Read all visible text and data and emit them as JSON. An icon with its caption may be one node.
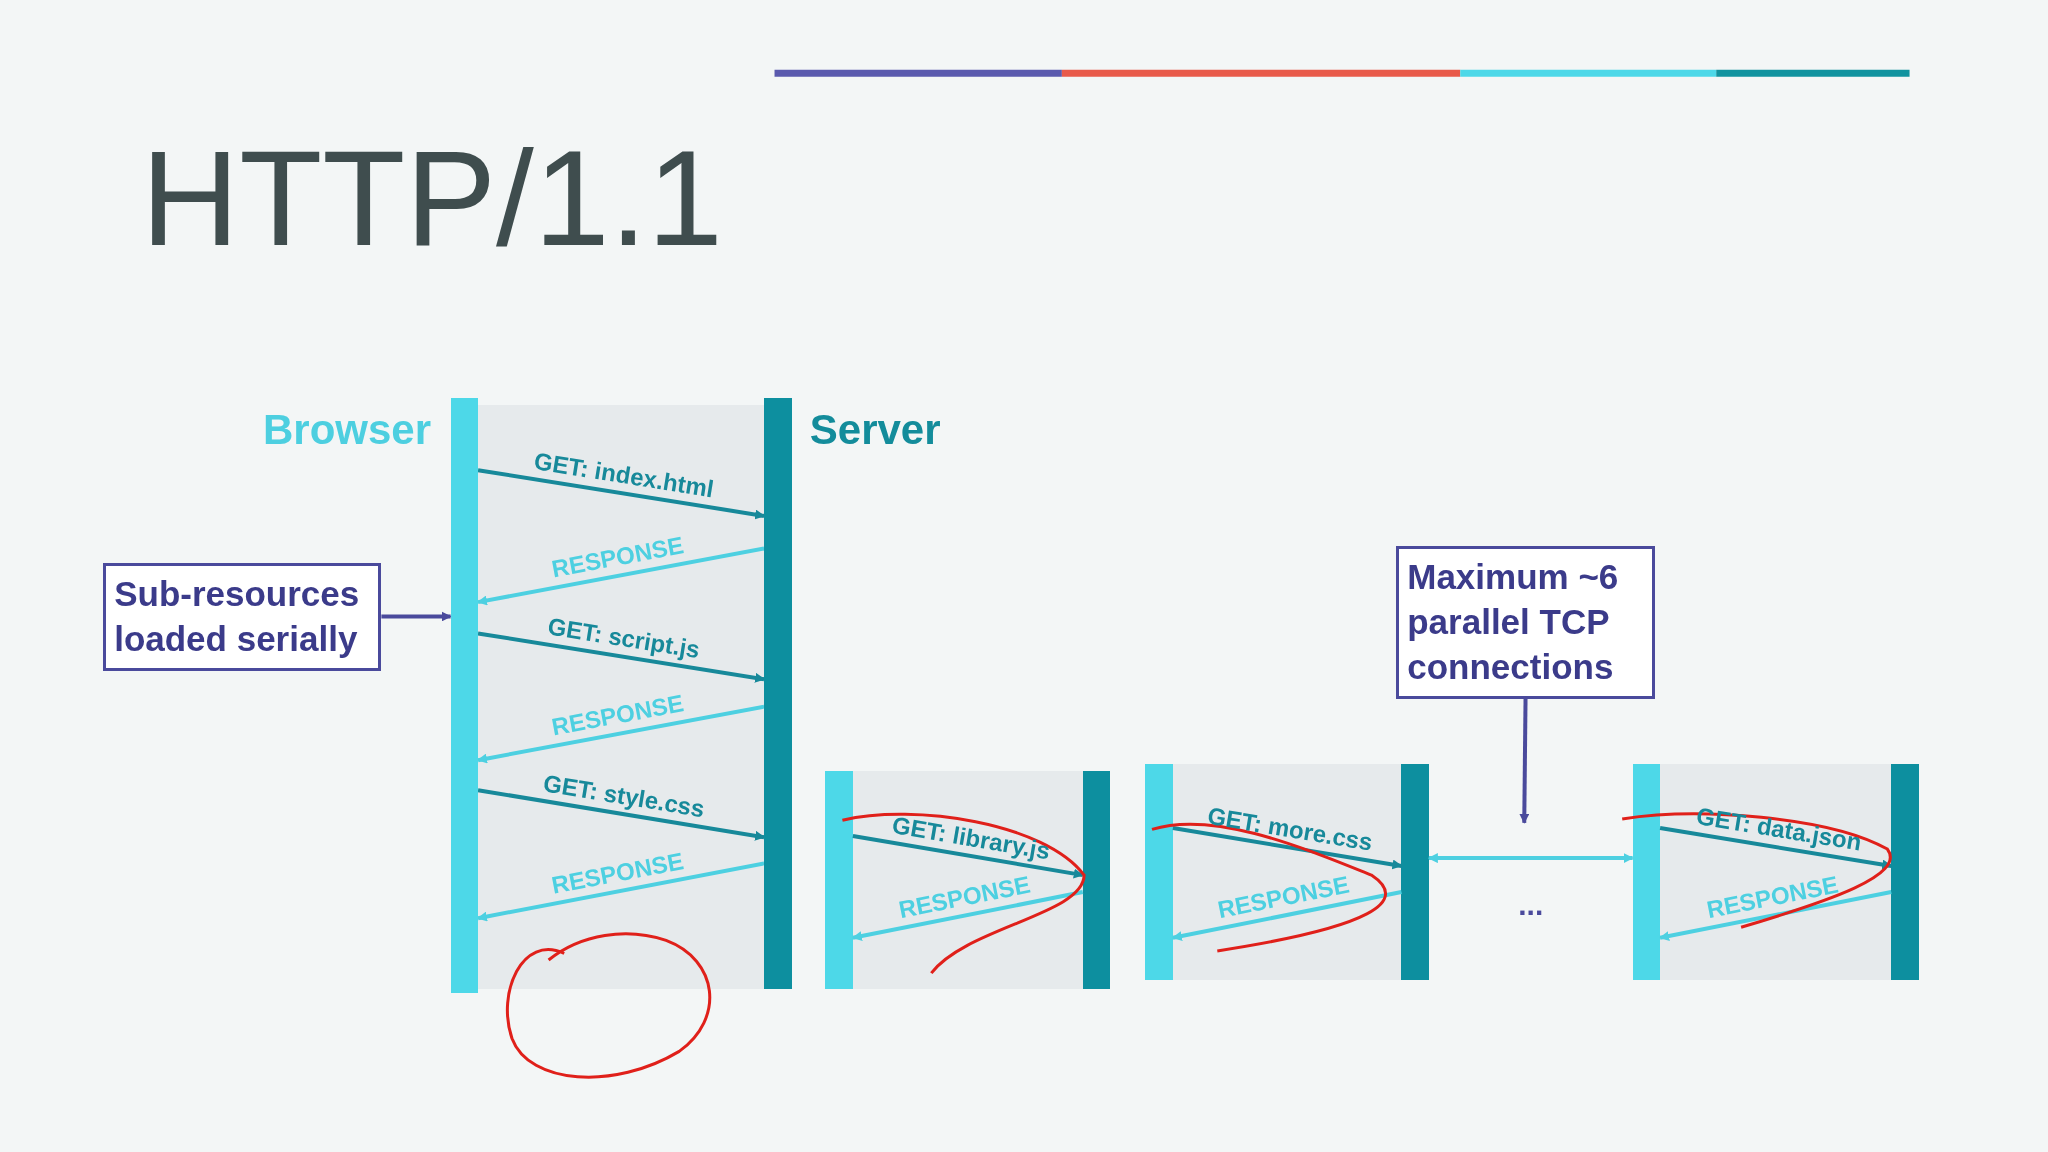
{
  "diagram": {
    "title": "HTTP/1.1",
    "nodes": [
      {
        "text": [
          "Browser"
        ]
      },
      {
        "text": [
          "Server"
        ]
      },
      {
        "text": [
          "Sub-resources loaded serially"
        ]
      },
      {
        "text": [],
        "shape": "box"
      },
      {
        "text": [],
        "shape": "bar",
        "in": 3
      },
      {
        "text": [],
        "shape": "bar",
        "in": 3
      },
      {
        "text": [],
        "shape": "box"
      },
      {
        "text": [],
        "shape": "bar",
        "in": 6
      },
      {
        "text": [],
        "shape": "bar",
        "in": 6
      },
      {
        "text": [
          "Maximum ~6 parallel TCP connections"
        ]
      },
      {
        "text": [],
        "shape": "box"
      },
      {
        "text": [],
        "shape": "bar",
        "in": 10
      },
      {
        "text": [],
        "shape": "bar",
        "in": 10
      }
    ],
    "edges": [
      {
        "from": 0,
        "to": 1,
        "arrow": "to",
        "label": "GET: index.html",
        "color": "#17899a"
      },
      {
        "from": 1,
        "to": 0,
        "arrow": "to",
        "label": "RESPONSE"
      },
      {
        "from": 0,
        "to": 1,
        "arrow": "to",
        "label": "GET: script.js",
        "color": "#17899a"
      },
      {
        "from": 1,
        "to": 0,
        "arrow": "to",
        "label": "RESPONSE"
      },
      {
        "from": 0,
        "to": 1,
        "arrow": "to",
        "label": "GET: style.css",
        "color": "#17899a"
      },
      {
        "from": 1,
        "to": 0,
        "arrow": "to",
        "label": "RESPONSE"
      },
      {
        "from": 2,
        "to": 0,
        "arrow": "to",
        "color": "#4a4a9c"
      },
      {
        "from": 4,
        "to": 5,
        "arrow": "to",
        "label": "GET: library.js",
        "color": "#17899a"
      },
      {
        "from": 5,
        "to": 4,
        "arrow": "to",
        "label": "RESPONSE"
      },
      {
        "from": 7,
        "to": 8,
        "arrow": "to",
        "label": "GET: more.css",
        "color": "#17899a"
      },
      {
        "from": 8,
        "to": 7,
        "arrow": "to",
        "label": "RESPONSE"
      },
      {
        "from": 11,
        "to": 12,
        "arrow": "to",
        "label": "GET: data.json",
        "color": "#17899a"
      },
      {
        "from": 12,
        "to": 11,
        "arrow": "to",
        "label": "RESPONSE"
      },
      {
        "from": 6,
        "to": 10,
        "arrow": "both"
      },
      {
        "from": 9,
        "to": null,
        "arrow": "to",
        "color": "#4a4a9c"
      }
    ],
    "labels": [
      "..."
    ]
  }
}
